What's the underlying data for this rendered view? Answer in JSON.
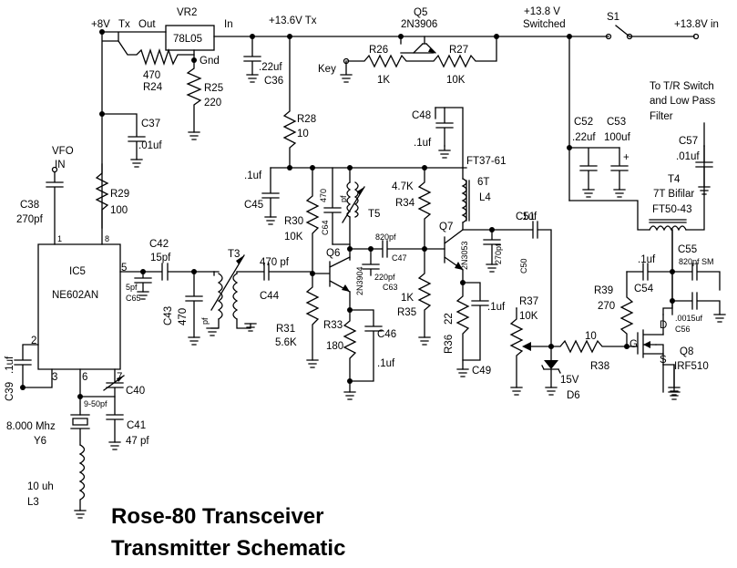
{
  "title": {
    "line1": "Rose-80 Transceiver",
    "line2": "Transmitter Schematic"
  },
  "rails": {
    "v8": "+8V",
    "tx": "Tx",
    "out": "Out",
    "in": "In",
    "v136tx": "+13.6V Tx",
    "v138sw_1": "+13.8 V",
    "v138sw_2": "Switched",
    "v138": "+13.8V in",
    "s1": "S1",
    "key": "Key",
    "vfo_1": "VFO",
    "vfo_2": "IN",
    "tr_1": "To T/R Switch",
    "tr_2": "and Low Pass",
    "tr_3": "Filter"
  },
  "vr2": {
    "name": "VR2",
    "part": "78L05",
    "gnd": "Gnd"
  },
  "q5": {
    "name": "Q5",
    "part": "2N3906"
  },
  "q6": {
    "name": "Q6",
    "part": "2N3904"
  },
  "q7": {
    "name": "Q7",
    "part": "2N3053"
  },
  "q8": {
    "name": "Q8",
    "part": "IRF510",
    "d": "D",
    "g": "G",
    "s": "S"
  },
  "ic5": {
    "name": "IC5",
    "part": "NE602AN",
    "p1": "1",
    "p2": "2",
    "p3": "3",
    "p5": "5",
    "p6": "6",
    "p7": "7",
    "p8": "8"
  },
  "resistors": {
    "r24": "R24",
    "r24v": "470",
    "r25": "R25",
    "r25v": "220",
    "r26": "R26",
    "r26v": "1K",
    "r27": "R27",
    "r27v": "10K",
    "r28": "R28",
    "r28v": "10",
    "r29": "R29",
    "r29v": "100",
    "r30": "R30",
    "r30v": "10K",
    "r31": "R31",
    "r31v": "5.6K",
    "r33": "R33",
    "r33v": "180",
    "r34": "R34",
    "r34v": "4.7K",
    "r35": "R35",
    "r35v": "1K",
    "r36": "R36",
    "r36v": "22",
    "r37": "R37",
    "r37v": "10K",
    "r38": "R38",
    "r38v": "10",
    "r39": "R39",
    "r39v": "270"
  },
  "capacitors": {
    "c36": "C36",
    "c36v": ".22uf",
    "c37": "C37",
    "c37v": ".01uf",
    "c38": "C38",
    "c38v": "270pf",
    "c39": "C39",
    "c39v": ".1uf",
    "c40": "C40",
    "c40v": "9-50pf",
    "c41": "C41",
    "c41v": "47 pf",
    "c42": "C42",
    "c42v": "15pf",
    "c43": "C43",
    "c43v": "470",
    "c43u": "pf",
    "c44": "C44",
    "c44v": "470 pf",
    "c45": "C45",
    "c45v": ".1uf",
    "c46": "C46",
    "c46v": ".1uf",
    "c47": "C47",
    "c47v": "820pf",
    "c48": "C48",
    "c48v": ".1uf",
    "c49": "C49",
    "c49v": ".1uf",
    "c50": "C50",
    "c50v": "270pf",
    "c51": "C51",
    "c51v": ".1uf",
    "c52": "C52",
    "c52v": ".22uf",
    "c53": "C53",
    "c53v": "100uf",
    "c54": "C54",
    "c54v": ".1uf",
    "c55": "C55",
    "c55v": "820pf SM",
    "c56": "C56",
    "c56v": ".0015uf",
    "c57": "C57",
    "c57v": ".01uf",
    "c63": "C63",
    "c63v": "220pf",
    "c64": "C64",
    "c64v": "470",
    "c64u": "pf",
    "c65": "C65",
    "c65v": "5pf"
  },
  "inductors": {
    "t3": "T3",
    "t5": "T5",
    "l4": "L4",
    "l4core": "FT37-61",
    "l4turns": "6T",
    "t4": "T4",
    "t4d1": "7T Bifilar",
    "t4core": "FT50-43",
    "l3": "L3",
    "l3v": "10 uh"
  },
  "crystal": {
    "name": "Y6",
    "freq": "8.000 Mhz"
  },
  "diode": {
    "name": "D6",
    "v": "15V"
  }
}
